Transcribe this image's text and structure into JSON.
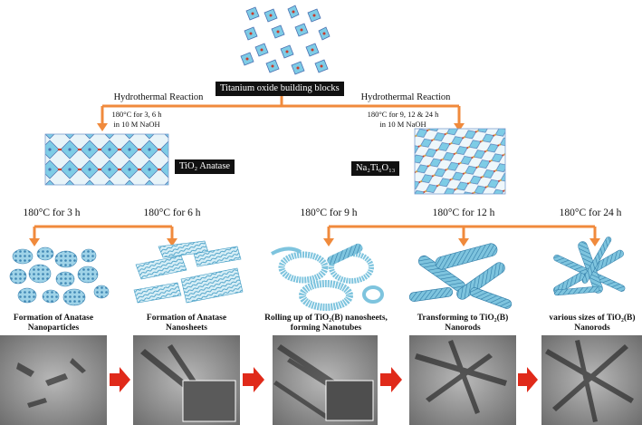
{
  "colors": {
    "arrow_orange": "#f08a3c",
    "arrow_red": "#e02a1a",
    "crystal_cyan": "#7ecce6",
    "crystal_blue": "#4a6fb0",
    "atom_red": "#c83a2a",
    "micrograph_gray": "#8f8f8f"
  },
  "top": {
    "label": "Titanium oxide building blocks"
  },
  "left_branch": {
    "title": "Hydrothermal Reaction",
    "conditions": [
      "180°C for 3, 6 h",
      "in 10 M NaOH"
    ],
    "phase_label": "TiO₂ Anatase"
  },
  "right_branch": {
    "title": "Hydrothermal Reaction",
    "conditions": [
      "180°C for 9, 12 & 24 h",
      "in 10 M NaOH"
    ],
    "phase_label": "Na₂Ti₆O₁₃"
  },
  "times": [
    "180°C for 3 h",
    "180°C for 6 h",
    "180°C for 9 h",
    "180°C for 12 h",
    "180°C for 24 h"
  ],
  "captions": [
    [
      "Formation of Anatase",
      "Nanoparticles"
    ],
    [
      "Formation of Anatase",
      "Nanosheets"
    ],
    [
      "Rolling up of TiO₂(B) nanosheets,",
      "forming Nanotubes"
    ],
    [
      "Transforming to TiO₂(B)",
      "Nanorods"
    ],
    [
      "various sizes of TiO₂(B)",
      "Nanorods"
    ]
  ]
}
